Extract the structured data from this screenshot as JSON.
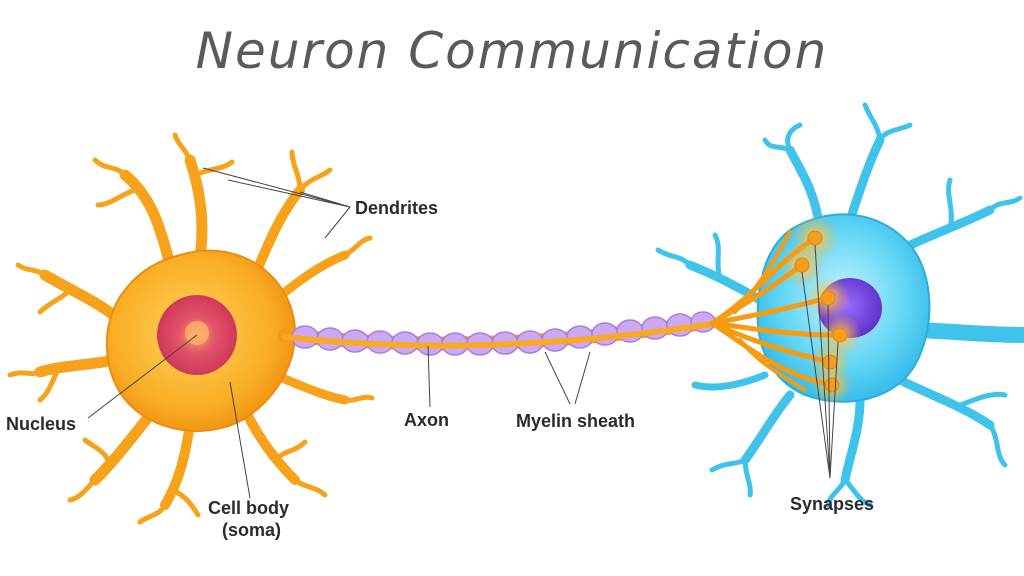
{
  "title": "Neuron Communication",
  "labels": {
    "dendrites": "Dendrites",
    "nucleus": "Nucleus",
    "cell_body_line1": "Cell body",
    "cell_body_line2": "(soma)",
    "axon": "Axon",
    "myelin_sheath": "Myelin sheath",
    "synapses": "Synapses"
  },
  "colors": {
    "sending_neuron": "#f7a21b",
    "nucleus": "#d94a5e",
    "myelin": "#c9a3ef",
    "receiving_neuron": "#43cbee",
    "receiving_nucleus": "#6b3fd8"
  }
}
